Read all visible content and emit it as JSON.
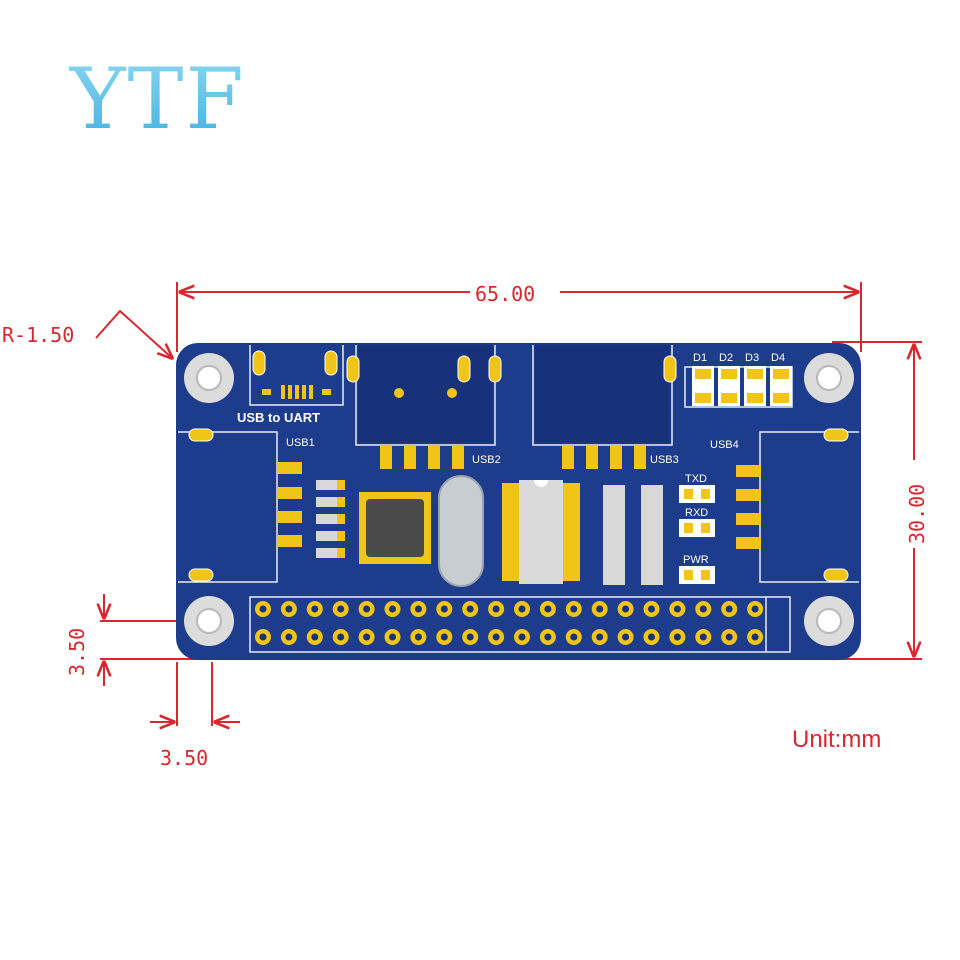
{
  "watermark": {
    "text": "YTF",
    "color": "#5fc3e8"
  },
  "dimensions": {
    "width": "65.00",
    "height": "30.00",
    "corner_radius": "R-1.50",
    "hole_offset_vertical": "3.50",
    "hole_offset_horizontal": "3.50",
    "unit": "Unit:mm"
  },
  "board": {
    "labels": {
      "usb_to_uart": "USB to UART",
      "usb1": "USB1",
      "usb2": "USB2",
      "usb3": "USB3",
      "usb4": "USB4",
      "txd": "TXD",
      "rxd": "RXD",
      "pwr": "PWR",
      "d1": "D1",
      "d2": "D2",
      "d3": "D3",
      "d4": "D4"
    },
    "header_pins_per_row": 20,
    "header_rows": 2
  },
  "colors": {
    "pcb": "#1e3c8c",
    "pcb_dark": "#17317a",
    "silk": "#ffffff",
    "pad": "#f0c419",
    "dimension": "#d9272e"
  }
}
